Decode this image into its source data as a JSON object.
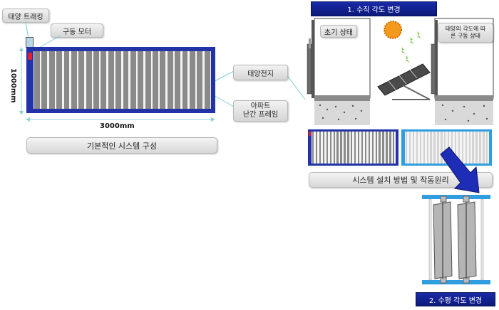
{
  "labels": {
    "solar_tracking": "태양 트래킹",
    "drive_motor": "구동 모터",
    "solar_cell": "태양전지",
    "apartment_frame_line1": "아파트",
    "apartment_frame_line2": "난간 프레임",
    "width_dim": "3000mm",
    "height_dim": "1000mm",
    "basic_config": "기본적인 시스템 구성",
    "vertical_angle_change": "1. 수직 각도 변경",
    "initial_state": "초기 상태",
    "drive_by_sun_line1": "태양의 각도에 따",
    "drive_by_sun_line2": "른 구동 상태",
    "install_method": "시스템 설치 방법 및 작동원리",
    "horizontal_angle_change": "2. 수평 각도 변경"
  },
  "colors": {
    "frame_blue": "#2233aa",
    "cell_gray": "#8a8a8a",
    "light_blue_frame": "#2e9ee0",
    "motor_red": "#e0202e",
    "banner_blue": "#0f1f8f",
    "sun_orange": "#f39a1e",
    "ray_green": "#6cc236"
  }
}
